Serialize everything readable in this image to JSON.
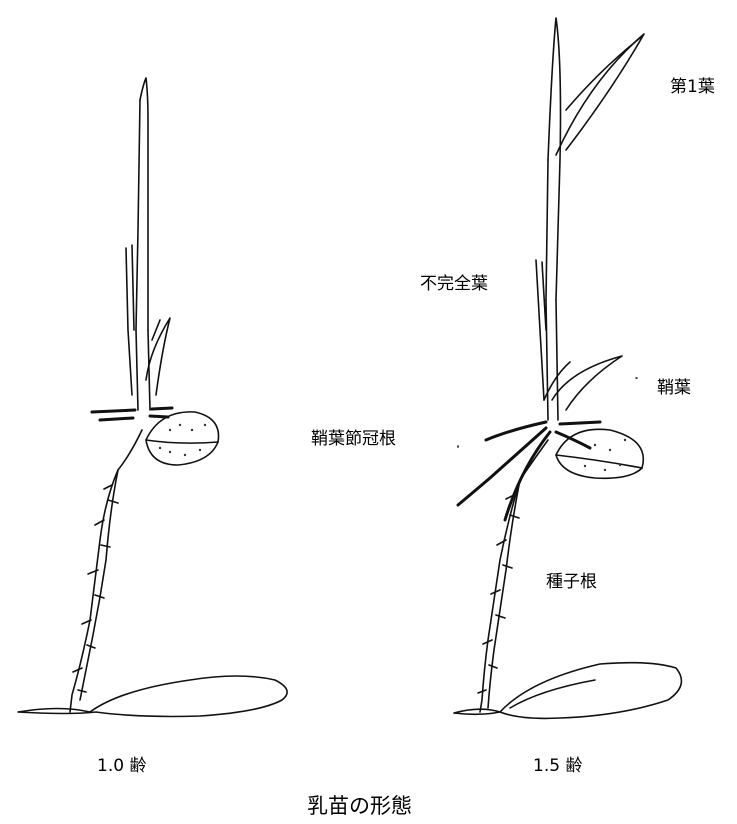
{
  "labels": {
    "first_leaf": "第1葉",
    "incomplete_leaf": "不完全葉",
    "coleoptile": "鞘葉",
    "coleoptile_node_roots": "鞘葉節冠根",
    "seminal_root": "種子根"
  },
  "ages": {
    "left": "1.0 齢",
    "right": "1.5 齢"
  },
  "title": "乳苗の形態"
}
